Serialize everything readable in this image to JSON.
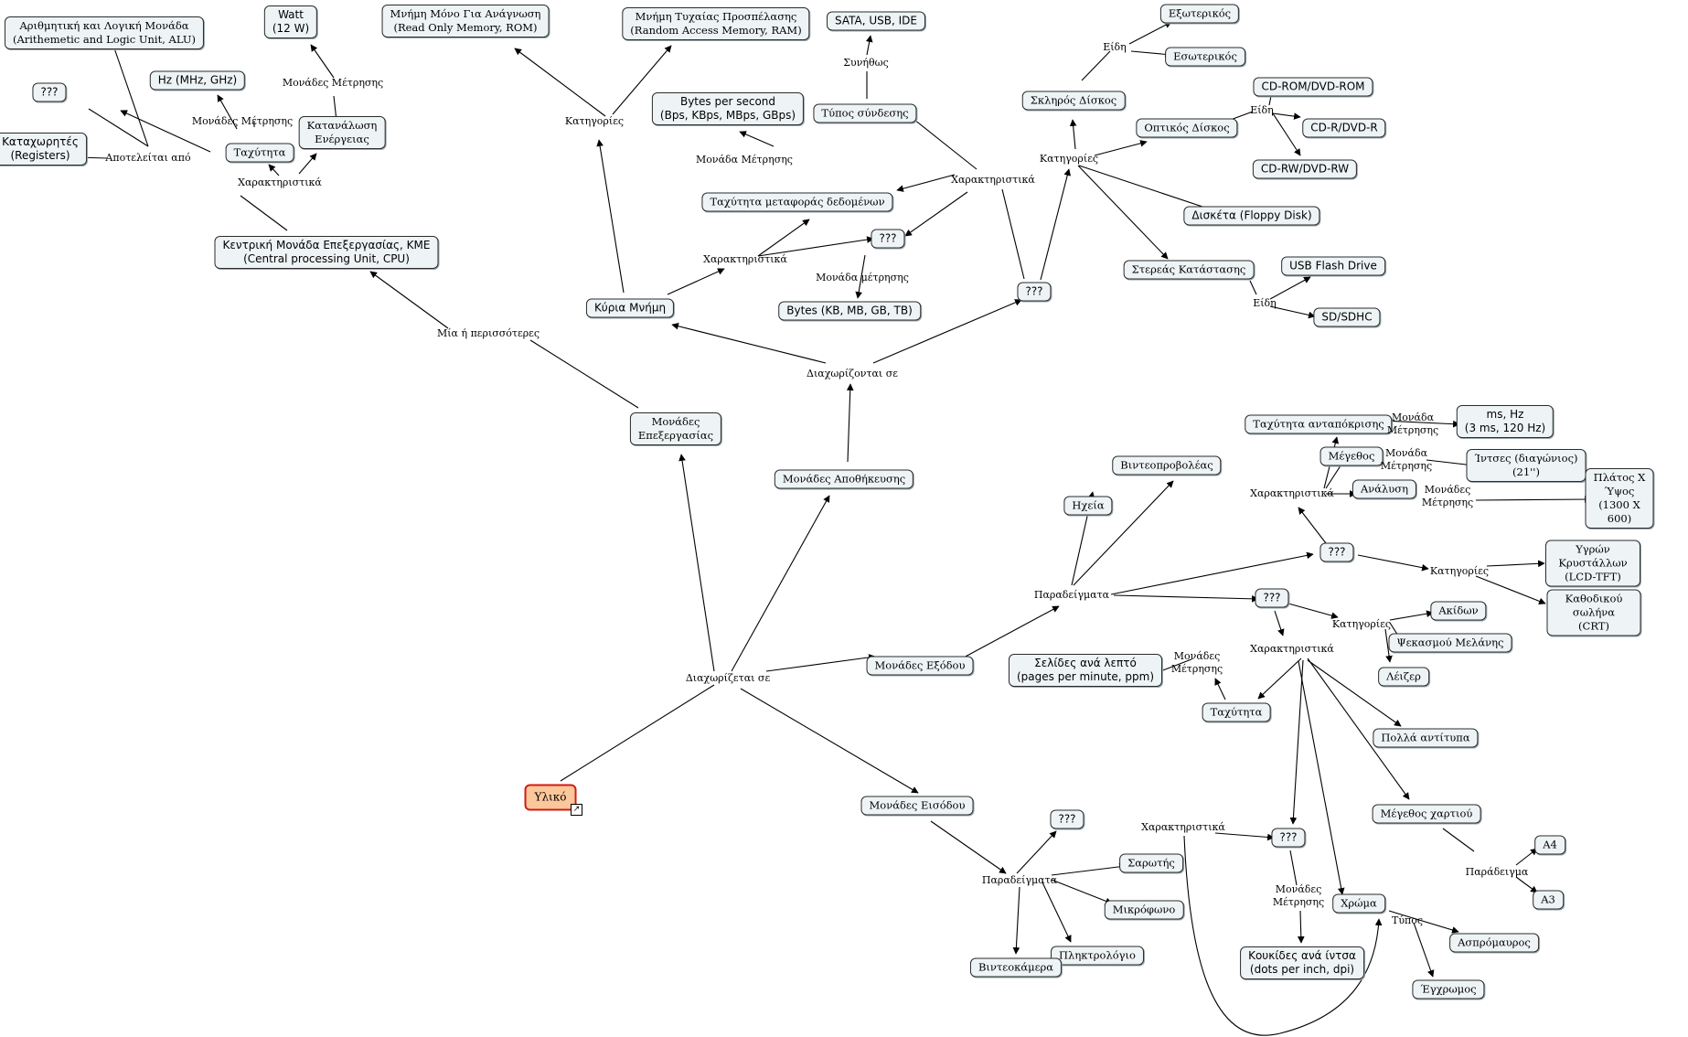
{
  "nodes": {
    "root": "Υλικό",
    "alu": "Αριθμητική και Λογική Μονάδα\n(Arithemetic and Logic Unit, ALU)",
    "watt": "Watt\n(12 W)",
    "rom": "Μνήμη Μόνο Για Ανάγνωση\n(Read Only Memory, ROM)",
    "ram": "Μνήμη Τυχαίας Προσπέλασης\n(Random Access Memory, RAM)",
    "sata": "SATA, USB, IDE",
    "external": "Εξωτερικός",
    "internal": "Εσωτερικός",
    "q_alu": "???",
    "hz": "Hz (MHz, GHz)",
    "registers": "Καταχωρητές\n(Registers)",
    "cpu_speed": "Ταχύτητα",
    "power": "Κατανάλωση\nΕνέργειας",
    "bps": "Bytes per second\n(Bps, KBps, MBps, GBps)",
    "conn_type": "Τύπος σύνδεσης",
    "hdd": "Σκληρός Δίσκος",
    "cdrom": "CD-ROM/DVD-ROM",
    "optical": "Οπτικός Δίσκος",
    "cdr": "CD-R/DVD-R",
    "cdrw": "CD-RW/DVD-RW",
    "transfer": "Ταχύτητα μεταφοράς δεδομένων",
    "floppy": "Δισκέτα (Floppy Disk)",
    "cpu": "Κεντρική Μονάδα Επεξεργασίας, ΚΜΕ\n(Central processing Unit, CPU)",
    "q_mem": "???",
    "ssd": "Στερεάς Κατάστασης",
    "usb": "USB Flash Drive",
    "main_mem": "Κύρια Μνήμη",
    "bytes": "Bytes (KB, MB, GB, TB)",
    "q_storage": "???",
    "sd": "SD/SDHC",
    "proc_units": "Μονάδες\nΕπεξεργασίας",
    "storage_units": "Μονάδες Αποθήκευσης",
    "resp_speed": "Ταχύτητα ανταπόκρισης",
    "ms_hz": "ms, Hz\n(3 ms, 120 Hz)",
    "size": "Μέγεθος",
    "inches": "Ίντσες (διαγώνιος)\n(21'')",
    "resolution": "Ανάλυση",
    "wxh": "Πλάτος Χ Ύψος\n(1300 Χ 600)",
    "projectors": "Βιντεοπροβολέας",
    "speakers": "Ηχεία",
    "q_monitor": "???",
    "lcd": "Υγρών Κρυστάλλων\n(LCD-TFT)",
    "crt": "Καθοδικού σωλήνα\n(CRT)",
    "q_printer": "???",
    "impact": "Ακίδων",
    "inkjet": "Ψεκασμού Μελάνης",
    "laser": "Λέιζερ",
    "ppm": "Σελίδες ανά λεπτό\n(pages per minute, ppm)",
    "output_units": "Μονάδες Εξόδου",
    "print_speed": "Ταχύτητα",
    "copies": "Πολλά αντίτυπα",
    "paper_size": "Μέγεθος χαρτιού",
    "a4": "Α4",
    "a3": "Α3",
    "input_units": "Μονάδες Εισόδου",
    "q_input": "???",
    "scanner": "Σαρωτής",
    "q_scanner": "???",
    "microphone": "Μικρόφωνο",
    "color": "Χρώμα",
    "bw": "Ασπρόμαυρος",
    "keyboard": "Πληκτρολόγιο",
    "dpi": "Κουκίδες ανά ίντσα\n(dots per inch, dpi)",
    "camcorder": "Βιντεοκάμερα",
    "colored": "Έγχρωμος"
  },
  "links": {
    "consists_of": "Αποτελείται από",
    "units_measure_alu": "Μονάδες Μέτρησης",
    "units_measure_power": "Μονάδες Μέτρησης",
    "categories_mem": "Κατηγορίες",
    "usually": "Συνήθως",
    "types_hdd": "Είδη",
    "unit_measure_bps": "Μονάδα Μέτρησης",
    "features_cpu": "Χαρακτηριστικά",
    "features_storage": "Χαρακτηριστικά",
    "types_optical": "Είδη",
    "categories_storage": "Κατηγορίες",
    "features_mem": "Χαρακτηριστικά",
    "unit_measure_bytes": "Μονάδα μέτρησης",
    "one_or_more": "Μία ή περισσότερες",
    "types_ssd": "Είδη",
    "divided_storage": "Διαχωρίζονται σε",
    "unit_resp": "Μονάδα\nΜέτρησης",
    "unit_size": "Μονάδα\nΜέτρησης",
    "unit_res": "Μονάδες\nΜέτρησης",
    "features_monitor": "Χαρακτηριστικά",
    "categories_monitor": "Κατηγορίες",
    "examples_output": "Παραδείγματα",
    "categories_printer": "Κατηγορίες",
    "features_printer": "Χαρακτηριστικά",
    "units_ppm": "Μονάδες\nΜέτρησης",
    "divided_hw": "Διαχωρίζεται σε",
    "features_scanner": "Χαρακτηριστικά",
    "example_paper": "Παράδειγμα",
    "examples_input": "Παραδείγματα",
    "units_dpi": "Μονάδες\nΜέτρησης",
    "type_color": "Τύπος"
  },
  "colors": {
    "node_fill": "#eef4f6",
    "root_fill": "#fcc79a",
    "root_border": "#d11b12",
    "line": "#000000"
  }
}
